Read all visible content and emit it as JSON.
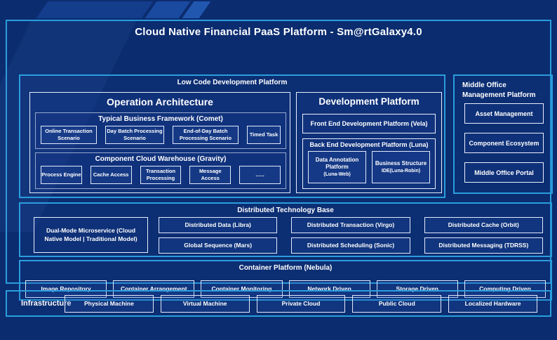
{
  "colors": {
    "background": "#0b2c6f",
    "section_border": "#2a9edd",
    "box_border": "#e9effc",
    "group_border": "#96a8cc",
    "text": "#ffffff"
  },
  "title": "Cloud Native Financial PaaS Platform - Sm@rtGalaxy4.0",
  "low_code": {
    "label": "Low Code Development Platform",
    "operation_architecture": {
      "title": "Operation Architecture",
      "comet": {
        "label": "Typical Business Framework (Comet)",
        "items": [
          {
            "label": "Online Transaction Scenario"
          },
          {
            "label": "Day Batch Processing Scenario"
          },
          {
            "label": "End-of-Day Batch Processing Scenario"
          },
          {
            "label": "Timed Task"
          }
        ]
      },
      "gravity": {
        "label": "Component Cloud Warehouse (Gravity)",
        "items": [
          {
            "label": "Process Engine"
          },
          {
            "label": "Cache Access"
          },
          {
            "label": "Transaction Processing"
          },
          {
            "label": "Message Access"
          },
          {
            "label": "......"
          }
        ]
      }
    },
    "development_platform": {
      "title": "Development Platform",
      "front_end": {
        "label": "Front End Development Platform (Vela)"
      },
      "back_end": {
        "label": "Back End Development Platform (Luna)",
        "items": [
          {
            "label": "Data Annotation Platform",
            "sub": "(Luna-Web)"
          },
          {
            "label": "Business Structure",
            "sub": "IDE(Luna-Robin)"
          }
        ]
      }
    }
  },
  "middle_office": {
    "label": "Middle Office Management Platform",
    "items": [
      {
        "label": "Asset Management"
      },
      {
        "label": "Component Ecosystem"
      },
      {
        "label": "Middle Office Portal"
      }
    ]
  },
  "distributed": {
    "label": "Distributed Technology Base",
    "dual_mode": {
      "label": "Dual-Mode Microservice (Cloud Native Model | Traditional Model)"
    },
    "items": [
      {
        "label": "Distributed Data (Libra)"
      },
      {
        "label": "Distributed Transaction (Virgo)"
      },
      {
        "label": "Distributed Cache (Orbit)"
      },
      {
        "label": "Global Sequence (Mars)"
      },
      {
        "label": "Distributed Scheduling (Sonic)"
      },
      {
        "label": "Distributed Messaging (TDRSS)"
      }
    ]
  },
  "container_platform": {
    "label": "Container Platform (Nebula)",
    "items": [
      {
        "label": "Image Repository"
      },
      {
        "label": "Container Arrangement"
      },
      {
        "label": "Container Monitoring"
      },
      {
        "label": "Network Driven"
      },
      {
        "label": "Storage Driven"
      },
      {
        "label": "Computing Driven"
      }
    ]
  },
  "infrastructure": {
    "label": "Infrastructure",
    "items": [
      {
        "label": "Physical Machine"
      },
      {
        "label": "Virtual Machine"
      },
      {
        "label": "Private Cloud"
      },
      {
        "label": "Public Cloud"
      },
      {
        "label": "Localized Hardware"
      }
    ]
  }
}
